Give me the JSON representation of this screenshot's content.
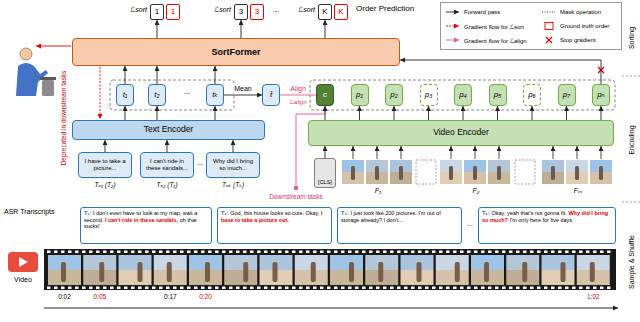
{
  "diagram": {
    "nodes": [
      {
        "text": [
          "1"
        ]
      },
      {
        "text": [
          "1"
        ]
      },
      {
        "text": [
          "3"
        ]
      },
      {
        "text": [
          "3"
        ]
      },
      {
        "text": [
          "K"
        ]
      },
      {
        "text": [
          "K"
        ]
      },
      {
        "text": [
          "SortFormer"
        ]
      },
      {
        "text": [
          "t₁"
        ]
      },
      {
        "text": [
          "t₂"
        ]
      },
      {
        "text": [
          "tₖ"
        ]
      },
      {
        "text": [
          "t̄"
        ]
      },
      {
        "text": [
          "c"
        ]
      },
      {
        "text": [
          "p₁"
        ]
      },
      {
        "text": [
          "p₂"
        ]
      },
      {
        "text": [
          "p₃"
        ]
      },
      {
        "text": [
          "p₄"
        ]
      },
      {
        "text": [
          "p₅"
        ]
      },
      {
        "text": [
          "p₆"
        ]
      },
      {
        "text": [
          "p₇"
        ]
      },
      {
        "text": [
          "pₙ"
        ]
      },
      {
        "text": [
          "Text Encoder"
        ]
      },
      {
        "text": [
          "Video Encoder"
        ]
      },
      {
        "text": [
          "I have to take a picture..."
        ]
      },
      {
        "text": [
          "I can't ride in these sandals..."
        ]
      },
      {
        "text": [
          "Why did I bring so much..."
        ]
      },
      {
        "text": [
          "[CLS]"
        ]
      },
      {
        "text": [
          "T₁:",
          "I don't even have to look at my map, wait a second.",
          "I can't ride in these sandals,",
          "oh that sucks!"
        ]
      },
      {
        "text": [
          "T₂:",
          "God, this house looks so cute. Okay,",
          "I have to take a picture out."
        ]
      },
      {
        "text": [
          "T₃:",
          "I just took like 200 pictures. I'm out of storage already? I don't..."
        ]
      },
      {
        "text": [
          "Tₖ:",
          "Okay, yeah that's not gonna fit.",
          "Why did I bring so much?",
          "I'm only here for five days."
        ]
      }
    ],
    "edges": [
      {
        "from": 22,
        "to": 20,
        "arrow": "to"
      },
      {
        "from": 23,
        "to": 20,
        "arrow": "to"
      },
      {
        "from": 24,
        "to": 20,
        "arrow": "to"
      },
      {
        "from": 20,
        "to": 7,
        "arrow": "to"
      },
      {
        "from": 20,
        "to": 8,
        "arrow": "to"
      },
      {
        "from": 20,
        "to": 9,
        "arrow": "to"
      },
      {
        "from": 7,
        "to": 6,
        "arrow": "to"
      },
      {
        "from": 8,
        "to": 6,
        "arrow": "to"
      },
      {
        "from": 9,
        "to": 6,
        "arrow": "to"
      },
      {
        "from": 6,
        "to": 0,
        "arrow": "to"
      },
      {
        "from": 6,
        "to": 2,
        "arrow": "to"
      },
      {
        "from": 6,
        "to": 4,
        "arrow": "to"
      },
      {
        "from": 9,
        "to": 10,
        "arrow": "to",
        "label": "Mean"
      },
      {
        "from": 10,
        "to": 11,
        "arrow": "none",
        "label": "Align"
      },
      {
        "from": 25,
        "to": 21,
        "arrow": "to"
      },
      {
        "from": 21,
        "to": 11,
        "arrow": "to"
      },
      {
        "from": 21,
        "to": 12,
        "arrow": "to"
      },
      {
        "from": 21,
        "to": 13,
        "arrow": "to"
      },
      {
        "from": 21,
        "to": 14,
        "arrow": "to"
      },
      {
        "from": 21,
        "to": 15,
        "arrow": "to"
      },
      {
        "from": 21,
        "to": 16,
        "arrow": "to"
      },
      {
        "from": 21,
        "to": 17,
        "arrow": "to"
      },
      {
        "from": 21,
        "to": 18,
        "arrow": "to"
      },
      {
        "from": 21,
        "to": 19,
        "arrow": "to"
      },
      {
        "from": 19,
        "to": 6,
        "arrow": "to"
      }
    ],
    "labels": [
      "Order Prediction",
      "ℒsort",
      "ℒsort",
      "ℒsort",
      "...",
      "...",
      "ℒalign",
      "Deprecated in downstream tasks",
      "...",
      "Tₒ₁ (T₂)",
      "Tₒ₂ (T₁)",
      "Tₒₖ (Tₖ)",
      "Downstream tasks",
      "F₁",
      "F₂",
      "Fₘ",
      "ASR Transcripts",
      "...",
      "Video",
      "0:02",
      "0:05",
      "0:17",
      "0:20",
      "1:02",
      "Sorting",
      "Encoding",
      "Sample & Shuffle"
    ],
    "legend": [
      {
        "text": "Forward pass"
      },
      {
        "text": "Mask operation"
      },
      {
        "text": "Gradient flow for ℒsort"
      },
      {
        "text": "Ground truth order"
      },
      {
        "text": "Gradient flow for ℒalign"
      },
      {
        "text": "Stop gradient"
      }
    ]
  }
}
